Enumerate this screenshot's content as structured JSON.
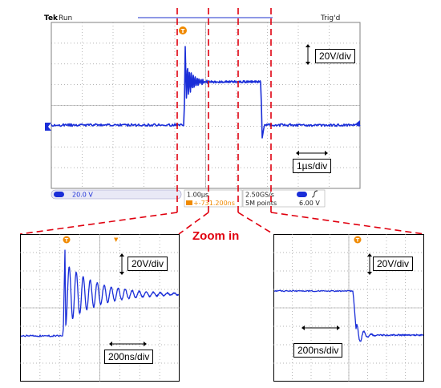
{
  "scope": {
    "brand": "Tek",
    "run_state": "Run",
    "trigger_state": "Trig'd",
    "trigger_marker": "T",
    "channel_marker": "1",
    "status_bar": {
      "ch1_scale": "20.0 V",
      "timebase": "1.00µs",
      "trigger_position": "+-731.200ns",
      "sample_rate": "2.50GS/s",
      "record_length": "5M points",
      "trigger_level": "6.00 V"
    }
  },
  "annotations": {
    "main_volt_div": "20V/div",
    "main_time_div": "1µs/div",
    "zoom_label": "Zoom in",
    "left_volt_div": "20V/div",
    "left_time_div": "200ns/div",
    "right_volt_div": "20V/div",
    "right_time_div": "200ns/div"
  },
  "colors": {
    "trace": "#1a2ed8",
    "grid": "#9a9a9a",
    "zoom_dashes": "#e0000f",
    "scale_badge": "#1a2ed8"
  },
  "icons": [
    "trigger-marker-icon",
    "channel1-ground-marker-icon",
    "double-arrow-icon",
    "trigger-slope-icon"
  ]
}
